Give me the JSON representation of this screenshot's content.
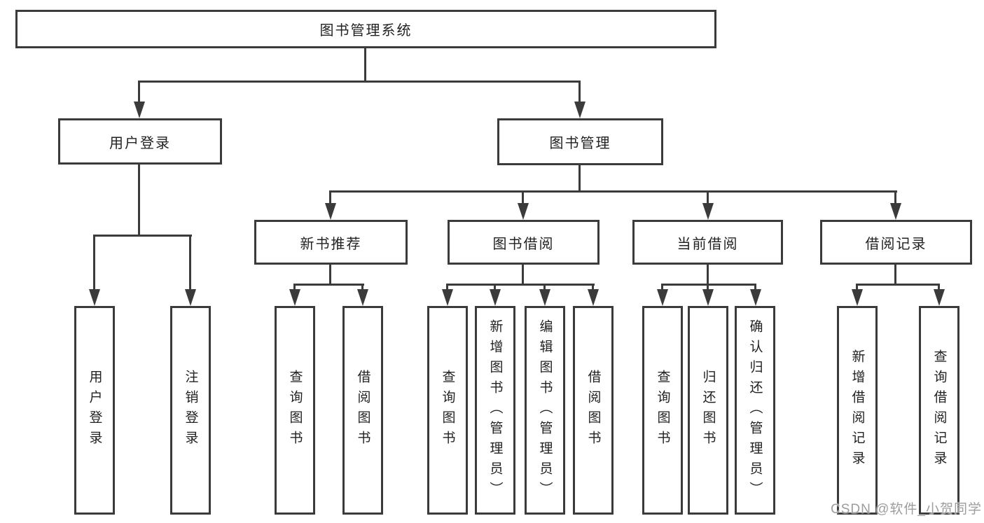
{
  "tree": {
    "root": "图书管理系统",
    "branches": [
      {
        "label": "用户登录",
        "children": [
          "用户登录",
          "注销登录"
        ]
      },
      {
        "label": "图书管理",
        "children": [
          {
            "label": "新书推荐",
            "children": [
              "查询图书",
              "借阅图书"
            ]
          },
          {
            "label": "图书借阅",
            "children": [
              "查询图书",
              "新增图书（管理员）",
              "编辑图书（管理员）",
              "借阅图书"
            ]
          },
          {
            "label": "当前借阅",
            "children": [
              "查询图书",
              "归还图书",
              "确认归还（管理员）"
            ]
          },
          {
            "label": "借阅记录",
            "children": [
              "新增借阅记录",
              "查询借阅记录"
            ]
          }
        ]
      }
    ]
  },
  "watermark": "CSDN @软件_小贺同学",
  "colors": {
    "line": "#3b3b3b",
    "text": "#222222",
    "watermark": "#9d9d9d",
    "background": "#ffffff"
  }
}
